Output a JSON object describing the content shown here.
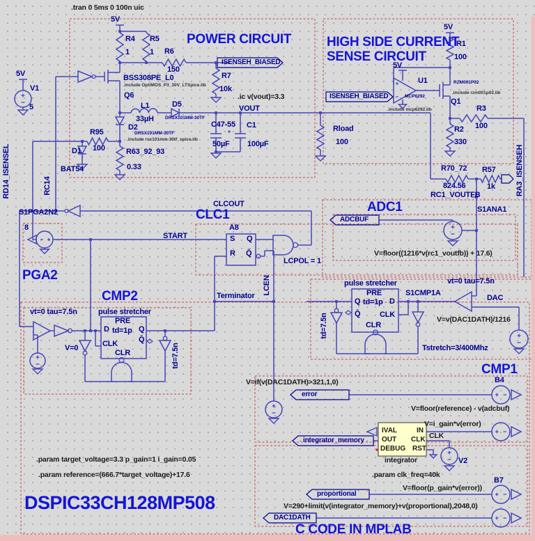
{
  "directives": {
    "tran": ".tran 0 5ms 0 100n uic",
    "ic": ".ic v(vout)=3.3",
    "param_clk": ".param clk_freq=40k",
    "param_target": ".param target_voltage=3.3 p_gain=1 i_gain=0.05",
    "param_reference": ".param reference=(666.7*target_voltage)+17.6"
  },
  "sections": {
    "power": "POWER CIRCUIT",
    "high_side_1": "HIGH SIDE CURRENT",
    "high_side_2": "SENSE CIRCUIT",
    "adc1": "ADC1",
    "clc1": "CLC1",
    "pga2": "PGA2",
    "cmp2": "CMP2",
    "cmp1": "CMP1",
    "mcu": "DSPIC33CH128MP508",
    "ccode": "C CODE IN MPLAB"
  },
  "power": {
    "v5a": "5V",
    "r4": "R4",
    "r4_val": "1",
    "r5": "R5",
    "r5_val": "1",
    "r6": "R6",
    "r6_val": "150",
    "flag_isenseh": "ISENSEH_BIASED",
    "r7": "R7",
    "r7_val": "10k",
    "q6_model": "BSS308PE_L0",
    "q6_inc": ".include OptiMOS_P3_30V_LTSpice.lib",
    "q6": "Q6",
    "l1": "L1",
    "l1_val": "33µH",
    "d2": "D2",
    "d2_model": "DRSX101MM-30TF",
    "d2_inc": ".include rsx101mm-30tf_spice.lib",
    "d5": "D5",
    "d5_model": "DRSX101MM-30TF",
    "r95": "R95",
    "r95_val": "100",
    "d1": "D1",
    "d1_model": "BAT54",
    "r63": "R63_92_93",
    "r63_val": "0.33",
    "vout": "VOUT",
    "c47": "C47-55",
    "c47_val": "50µF",
    "c1": "C1",
    "c1_val": "100µF",
    "rload": "Rload",
    "rload_val": "100",
    "v1_5v": "5V",
    "v1": "V1",
    "v1_val": "5",
    "rd14": "RD14_ISENSEL",
    "rc14": "RC14"
  },
  "high_side": {
    "r1_5v": "5V",
    "r1": "R1",
    "r1_val": "100",
    "op_5v": "5V",
    "u1": "U1",
    "u1_model": "MCP6292",
    "u1_inc": ".include mcp6292.lib",
    "flag_isenseh": "ISENSEH_BIASED",
    "q1_model": "RZM001P02",
    "q1_inc": ".include rzm001p02.lib",
    "q1": "Q1",
    "r3": "R3",
    "r3_val": "100",
    "r2": "R2",
    "r2_val": "330",
    "ra3": "RA3_ISENSEH"
  },
  "feedback": {
    "r70": "R70_72",
    "r70_val": "824.56",
    "r57": "R57",
    "r57_val": "1k",
    "rc1": "RC1_VOUTFB"
  },
  "adc": {
    "s1ana1": "S1ANA1",
    "flag_adcbuf": "ADCBUF",
    "v": "V=floor((1216*v(rc1_voutfb)) + 17.6)"
  },
  "clc": {
    "clcout": "CLCOUT",
    "a8": "A8",
    "s": "S",
    "r": "R",
    "q": "Q",
    "qb": "Q̄",
    "start": "START",
    "lcpol": "LCPOL = 1",
    "terminator": "Terminator",
    "lcen": "LCEN"
  },
  "pga": {
    "s1": "S1PGA2N2",
    "n8": "8"
  },
  "cmp2": {
    "vt": "vt=0 tau=7.5n",
    "ps": "pulse stretcher",
    "v0": "V=0",
    "pre": "PRE",
    "d": "D",
    "td1p": "td=1p",
    "q": "Q",
    "clk": "CLK",
    "qb": "Q̄",
    "clr": "CLR",
    "td75": "td=7.5n"
  },
  "ps2": {
    "ps": "pulse stretcher",
    "pre": "PRE",
    "q": "Q",
    "td1p": "td=1p",
    "d": "D",
    "qb": "Q̄",
    "clk": "CLK",
    "clr": "CLR",
    "s1cmp1a": "S1CMP1A",
    "vt": "vt=0 tau=7.5n",
    "dac": "DAC",
    "dacv": "V=v(DAC1DATH)/1216",
    "tstretch": "Tstretch=3/400Mhz",
    "td75": "td=7.5n"
  },
  "cmp1": {
    "vif": "V=if(v(DAC1DATH)>321,1,0)",
    "flag_error": "error",
    "b4": "B4",
    "vref": "V=floor(reference) - v(adcbuf)",
    "vigain": "V=i_gain*v(error)",
    "b7": "B7",
    "vpgain": "V=floor(p_gain*v(error))",
    "flag_prop": "proportional",
    "vlimit": "V=290+limit(v(integrator_memory)+v(proportional),2048,0)",
    "flag_dac": "DAC1DATH"
  },
  "integ": {
    "ival": "IVAL",
    "in": "IN",
    "out": "OUT",
    "clk": "CLK",
    "debug": "DEBUG",
    "rst": "RST",
    "name": "integrator",
    "flag_mem": "integrator_memory",
    "clk_net": "CLK",
    "v2": "V2"
  },
  "colors": {
    "wire": "#4444bb",
    "label": "#000092",
    "title": "#1414d8",
    "directive": "#1c1c1c",
    "box_dash": "#c24848",
    "integrator_fill": "#ffffcc",
    "frame_pink": "#f0bdbd"
  }
}
